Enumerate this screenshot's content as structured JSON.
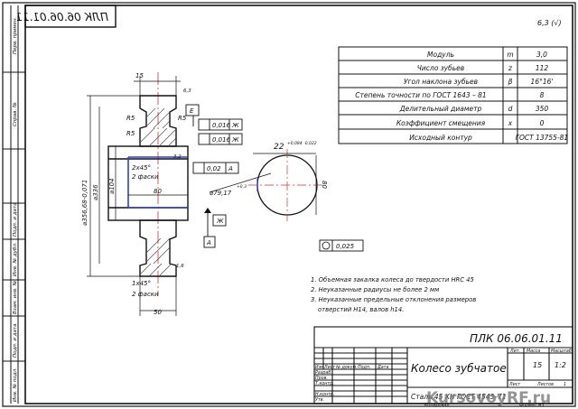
{
  "drawing": {
    "code_mirrored": "ПЛК 06.06.01.11",
    "code": "ПЛК 06.06.01.11",
    "roughness_corner": "6,3 (√)",
    "name": "Колесо зубчатое",
    "material": "Сталь 45 ХН ГОСТ 4543–71",
    "sheet_scale": "1:2"
  },
  "params_table": [
    {
      "label": "Модуль",
      "sym": "m",
      "val": "3,0"
    },
    {
      "label": "Число зубьев",
      "sym": "z",
      "val": "112"
    },
    {
      "label": "Угол наклона зубьев",
      "sym": "β",
      "val": "16°16'"
    },
    {
      "label": "Степень точности по ГОСТ 1643 – 81",
      "sym": "",
      "val": "8"
    },
    {
      "label": "Делительный диаметр",
      "sym": "d",
      "val": "350"
    },
    {
      "label": "Коэффициент смещения",
      "sym": "x",
      "val": "0"
    },
    {
      "label": "Исходный контур",
      "sym": "",
      "val": "ГОСТ 13755-81"
    }
  ],
  "dimensions": {
    "d_outer": "⌀356,68-0,071",
    "d_hub_outer": "⌀336",
    "d_hub": "⌀104",
    "width_top": "15",
    "hub_len": "80",
    "bottom_len": "50",
    "keyway": "22",
    "keyway_tol": "+0,084 -0,022",
    "bore": "⌀79,17",
    "bore_tol": "+0,3",
    "bore_side": "80",
    "r5a": "R5",
    "r5b": "R5",
    "r5c": "R5",
    "chamfer_top": "2x45°",
    "chamfer_top_note": "2 фаски",
    "chamfer_bot": "1x45°",
    "chamfer_bot_note": "2 фаски",
    "radius_small": "1,6",
    "roughness_1": "6,3",
    "roughness_2": "3,2"
  },
  "tolerances": {
    "runout1_val": "0,016",
    "runout1_ref": "Ж",
    "runout2_val": "0,016",
    "runout2_ref": "Ж",
    "parallel_val": "0,02",
    "parallel_ref": "А",
    "datum_E": "Е",
    "datum_A": "А",
    "datum_Zh": "Ж",
    "sym_val": "0,025"
  },
  "notes": [
    "1. Объемная закалка колеса до твердости HRC 45",
    "2. Неуказанные радиусы не более 2 мм",
    "3. Неуказанные предельные отклонения размеров",
    "отверстий Н14, валов h14."
  ],
  "title_block": {
    "col_izm": "Изм",
    "col_list": "Лист",
    "col_doc": "№ докум.",
    "col_sign": "Подп.",
    "col_date": "Дата",
    "r_razrab": "Разраб.",
    "r_prov": "Пров.",
    "r_tkontr": "Т.контр.",
    "r_nkontr": "Н.контр.",
    "r_utv": "Утв.",
    "lit": "Лит.",
    "mass": "Масса",
    "scale": "Масштаб",
    "mass_val": "15",
    "sheet": "Лист",
    "sheets": "Листов",
    "sheets_val": "1",
    "copied": "Копировал",
    "format": "Формат А3"
  },
  "side_labels": [
    "Инв. № подл.",
    "Подп. и дата",
    "Взам. инв. №",
    "Инв. № дубл.",
    "Подп. и дата",
    "Справ. №",
    "Перв. примен."
  ],
  "watermark": "KursovoyRF.ru"
}
